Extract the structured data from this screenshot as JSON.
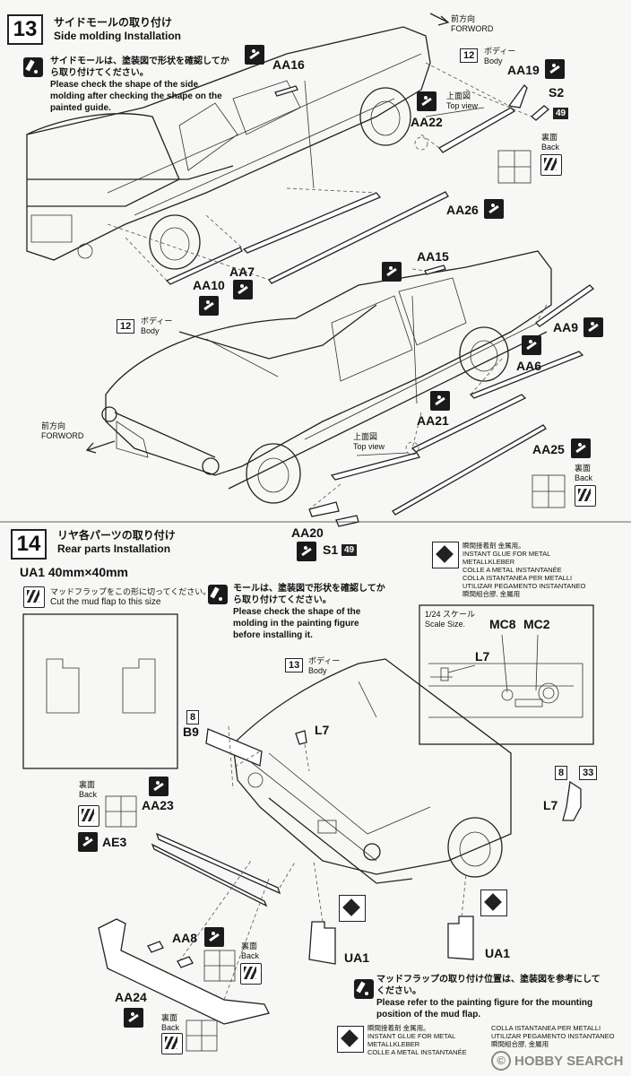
{
  "step13": {
    "number": "13",
    "title_jp": "サイドモールの取り付け",
    "title_en": "Side molding  Installation",
    "note_jp": "サイドモールは、塗装図で形状を確認してから取り付けてください。",
    "note_en": "Please check the shape of the side molding after checking the shape on the painted guide.",
    "forward_jp": "前方向",
    "forward_en": "FORWORD",
    "body_num": "12",
    "body_jp": "ボディー",
    "body_en": "Body",
    "top_view_jp": "上面図",
    "top_view_en": "Top view",
    "back_jp": "裏面",
    "back_en": "Back",
    "parts": {
      "aa16": "AA16",
      "aa19": "AA19",
      "s2": "S2",
      "s2_num": "49",
      "aa22": "AA22",
      "aa26": "AA26",
      "aa7": "AA7",
      "aa10": "AA10",
      "aa15": "AA15",
      "aa9": "AA9",
      "aa6": "AA6",
      "aa21": "AA21",
      "aa25": "AA25",
      "aa20": "AA20",
      "s1": "S1",
      "s1_num": "49"
    },
    "body2_num": "12",
    "forward2_jp": "前方向",
    "forward2_en": "FORWORD",
    "top_view2_jp": "上面図",
    "top_view2_en": "Top view",
    "back2_jp": "裏面",
    "back2_en": "Back"
  },
  "step14": {
    "number": "14",
    "title_jp": "リヤ各パーツの取り付け",
    "title_en": "Rear parts Installation",
    "ua1_size": "UA1  40mm×40mm",
    "cut_jp": "マッドフラップをこの形に切ってください。",
    "cut_en": "Cut the mud flap to this size",
    "molding_jp": "モールは、塗装図で形状を確認してから取り付けてください。",
    "molding_en": "Please check the shape of the molding in the painting figure before installing it.",
    "glue_jp": "瞬間接着剤  金属用。",
    "glue_lines": [
      "INSTANT GLUE FOR METAL",
      "METALLKLEBER",
      "COLLE A METAL INSTANTANÉE",
      "COLLA ISTANTANEA PER METALLI",
      "UTILIZAR PEGAMENTO INSTANTANEO",
      "瞬間組合膠, 金屬用"
    ],
    "scale_jp": "1/24 スケール",
    "scale_en": "Scale Size.",
    "mc8": "MC8",
    "mc2": "MC2",
    "l7_inset": "L7",
    "body_num": "13",
    "body_jp": "ボディー",
    "body_en": "Body",
    "parts": {
      "b9_num": "8",
      "b9": "B9",
      "l7": "L7",
      "aa23": "AA23",
      "ae3": "AE3",
      "aa8": "AA8",
      "aa24": "AA24",
      "ua1_left": "UA1",
      "ua1_right": "UA1",
      "l7_side": "L7",
      "l7_n1": "8",
      "l7_n2": "33"
    },
    "back_jp": "裏面",
    "back_en": "Back",
    "mudflap_jp": "マッドフラップの取り付け位置は、塗装図を参考にしてください。",
    "mudflap_en": "Please refer to the painting figure for the mounting position of the mud flap.",
    "glue2_jp": "瞬間接着剤  金属用。",
    "glue2_col1": [
      "INSTANT GLUE FOR METAL",
      "METALLKLEBER",
      "COLLE A METAL INSTANTANÉE"
    ],
    "glue2_col2": [
      "COLLA ISTANTANEA PER METALLI",
      "UTILIZAR PEGAMENTO INSTANTANEO",
      "瞬間組合膠, 金屬用"
    ]
  },
  "watermark": "HOBBY SEARCH",
  "watermark_symbol": "©"
}
